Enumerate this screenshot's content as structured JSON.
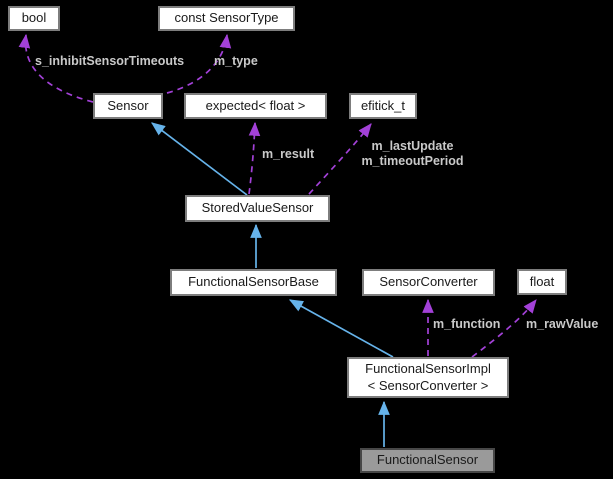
{
  "diagram": {
    "title": "FunctionalSensor collaboration diagram",
    "background_color": "#000000",
    "colors": {
      "inheritance_arrow": "#66b3ea",
      "member_arrow": "#a341d8",
      "edge_label_text": "#c9c9c9",
      "node_fill": "#ffffff",
      "node_border": "#7d7d7d",
      "node_text": "#1a1a1a",
      "highlight_node_fill": "#9a9a9a",
      "highlight_node_border": "#474747"
    },
    "nodes": [
      {
        "id": "bool",
        "label": "bool"
      },
      {
        "id": "const-sensortype",
        "label": "const SensorType"
      },
      {
        "id": "sensor",
        "label": "Sensor"
      },
      {
        "id": "expected-float",
        "label": "expected< float >"
      },
      {
        "id": "efitick-t",
        "label": "efitick_t"
      },
      {
        "id": "storedvaluesensor",
        "label": "StoredValueSensor"
      },
      {
        "id": "functionalsensorbase",
        "label": "FunctionalSensorBase"
      },
      {
        "id": "sensorconverter",
        "label": "SensorConverter"
      },
      {
        "id": "float",
        "label": "float"
      },
      {
        "id": "functionalsensorimpl",
        "label": "FunctionalSensorImpl\n< SensorConverter >"
      },
      {
        "id": "functionalsensor",
        "label": "FunctionalSensor"
      }
    ],
    "edge_labels": [
      {
        "id": "s-inhibit",
        "text": "s_inhibitSensorTimeouts"
      },
      {
        "id": "m-type",
        "text": "m_type"
      },
      {
        "id": "m-result",
        "text": "m_result"
      },
      {
        "id": "m-lastupdate-timeout",
        "text": "m_lastUpdate\nm_timeoutPeriod"
      },
      {
        "id": "m-function",
        "text": "m_function"
      },
      {
        "id": "m-rawvalue",
        "text": "m_rawValue"
      }
    ]
  }
}
